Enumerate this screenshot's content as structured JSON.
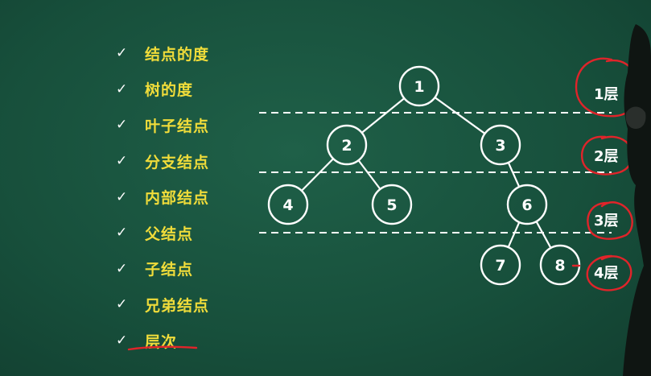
{
  "terms": [
    "结点的度",
    "树的度",
    "叶子结点",
    "分支结点",
    "内部结点",
    "父结点",
    "子结点",
    "兄弟结点",
    "层次"
  ],
  "check_symbol": "✓",
  "tree": {
    "nodes": [
      "1",
      "2",
      "3",
      "4",
      "5",
      "6",
      "7",
      "8"
    ]
  },
  "levels": [
    "1层",
    "2层",
    "3层",
    "4层"
  ],
  "colors": {
    "board": "#1a5540",
    "term_text": "#f0dc3a",
    "chalk": "#ffffff",
    "annotation_red": "#e0242a"
  }
}
